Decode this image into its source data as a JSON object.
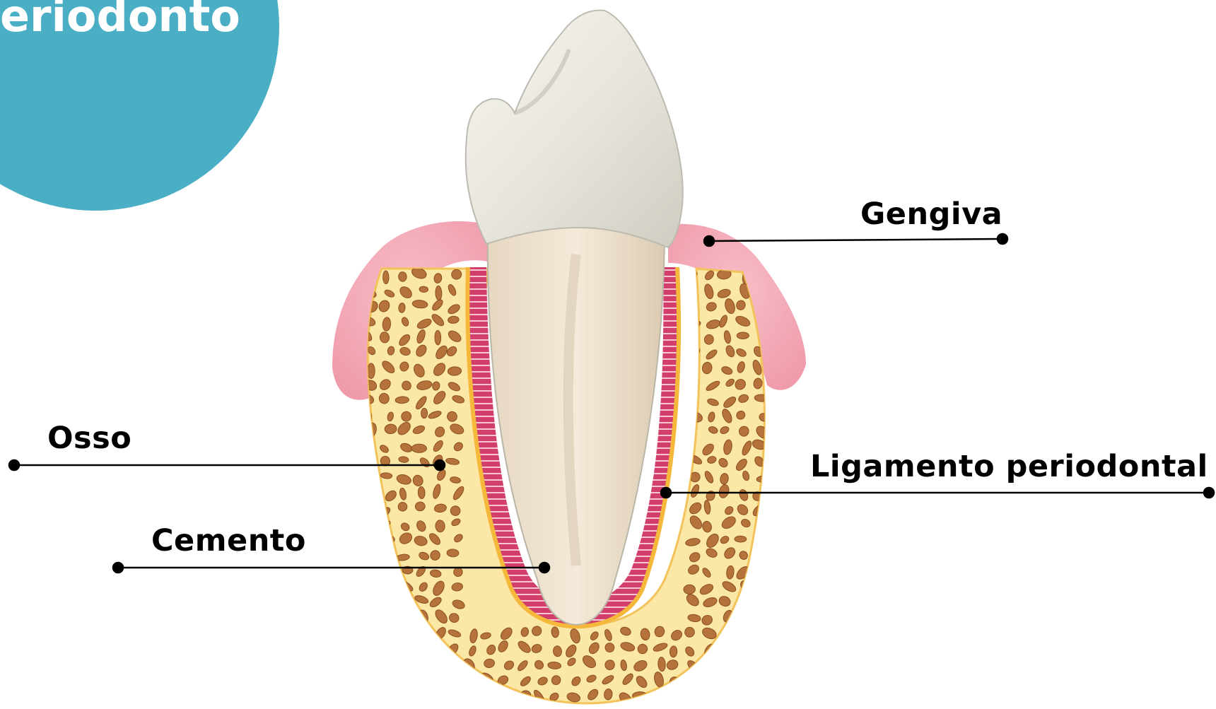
{
  "title": "eriodonto",
  "labels": {
    "gengiva": "Gengiva",
    "osso": "Osso",
    "cemento": "Cemento",
    "ligamento": "Ligamento periodontal"
  },
  "colors": {
    "accent_circle": "#4aaec4",
    "gum": "#f3a6b3",
    "bone_base": "#fbe7a6",
    "bone_spots": "#b5723a",
    "ligament": "#d8446e",
    "tooth_crown": "#e8e6dc",
    "tooth_root": "#efe2cf",
    "leader_line": "#000000"
  }
}
